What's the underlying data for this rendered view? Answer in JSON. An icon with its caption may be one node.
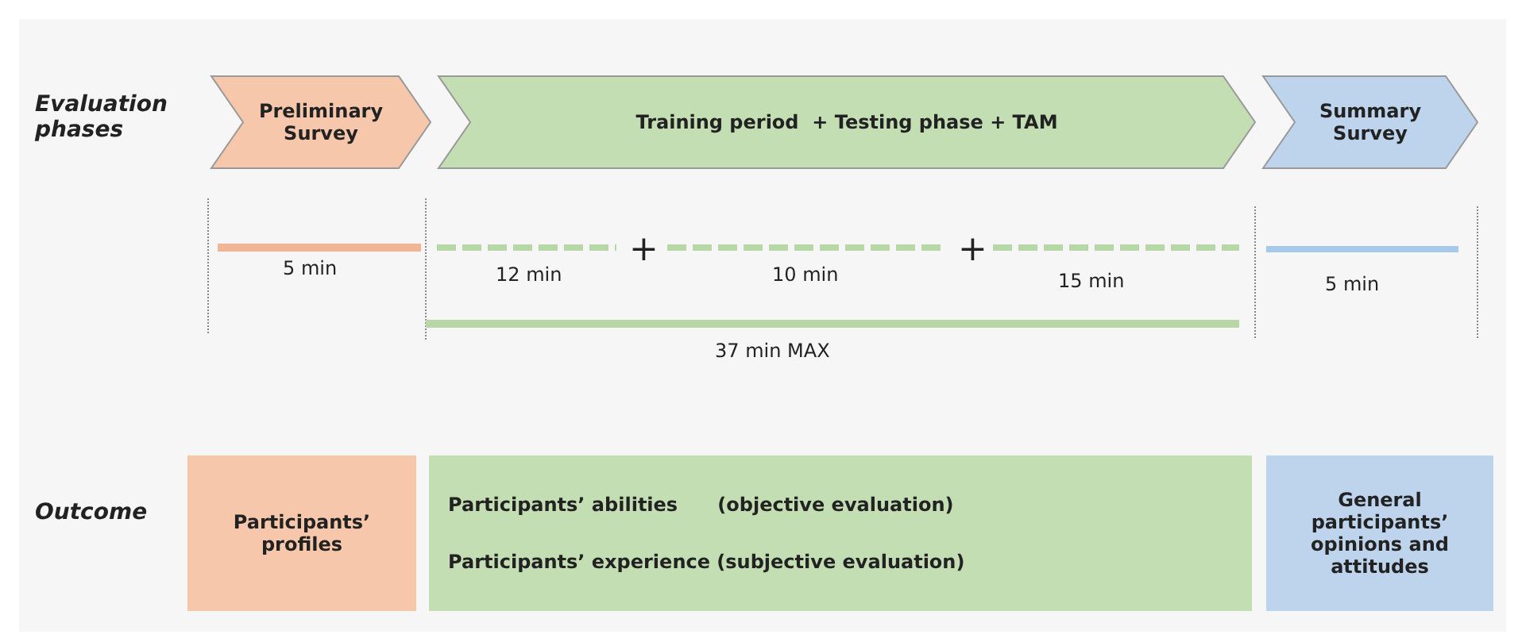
{
  "diagram": {
    "nodes": [
      {
        "text": [
          "Preliminary Survey"
        ]
      },
      {
        "text": [
          "Training period  + Testing phase + TAM"
        ]
      },
      {
        "text": [
          "Summary Survey"
        ]
      },
      {
        "text": [
          "Participants’ profiles"
        ]
      },
      {
        "text": [
          "Participants’ abilities      (objective evaluation)",
          "Participants’ experience (subjective evaluation)"
        ]
      },
      {
        "text": [
          "General participants’ opinions and attitudes"
        ]
      }
    ],
    "labels": [
      "Evaluation phases",
      "5 min",
      "12 min",
      "+",
      "10 min",
      "+",
      "15 min",
      "5 min",
      "37 min MAX",
      "Outcome"
    ]
  }
}
